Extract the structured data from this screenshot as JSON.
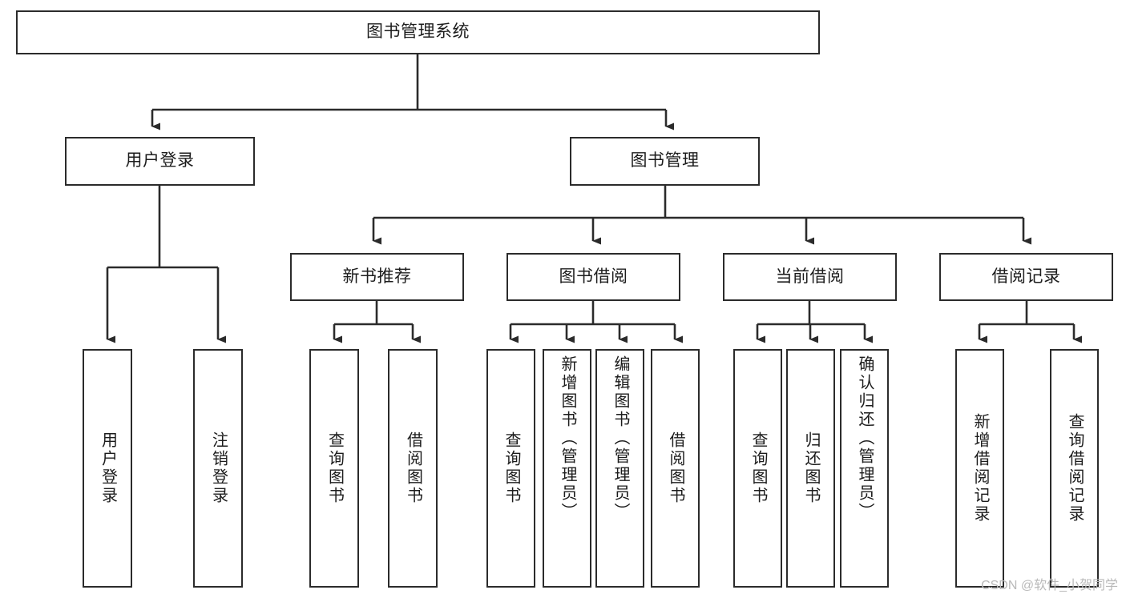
{
  "diagram": {
    "type": "tree",
    "title": "图书管理系统",
    "watermark": "CSDN @软件_小贺同学",
    "colors": {
      "stroke": "#2b2b2b",
      "fill": "#ffffff",
      "text": "#1c1c1c",
      "watermark": "#b9b9b9"
    },
    "nodes": [
      {
        "id": "root",
        "label": "图书管理系统",
        "level": 1,
        "orientation": "horizontal"
      },
      {
        "id": "login",
        "label": "用户登录",
        "level": 2,
        "orientation": "horizontal"
      },
      {
        "id": "bookmgmt",
        "label": "图书管理",
        "level": 2,
        "orientation": "horizontal"
      },
      {
        "id": "newbook",
        "label": "新书推荐",
        "level": 3,
        "orientation": "horizontal"
      },
      {
        "id": "borrow",
        "label": "图书借阅",
        "level": 3,
        "orientation": "horizontal"
      },
      {
        "id": "current",
        "label": "当前借阅",
        "level": 3,
        "orientation": "horizontal"
      },
      {
        "id": "records",
        "label": "借阅记录",
        "level": 3,
        "orientation": "horizontal"
      },
      {
        "id": "login-in",
        "label": "用户登录",
        "level": 4,
        "orientation": "vertical"
      },
      {
        "id": "login-out",
        "label": "注销登录",
        "level": 4,
        "orientation": "vertical"
      },
      {
        "id": "new-query",
        "label": "查询图书",
        "level": 4,
        "orientation": "vertical"
      },
      {
        "id": "new-borrow",
        "label": "借阅图书",
        "level": 4,
        "orientation": "vertical"
      },
      {
        "id": "bw-query",
        "label": "查询图书",
        "level": 4,
        "orientation": "vertical"
      },
      {
        "id": "bw-add",
        "label": "新增图书（管理员）",
        "level": 4,
        "orientation": "vertical"
      },
      {
        "id": "bw-edit",
        "label": "编辑图书（管理员）",
        "level": 4,
        "orientation": "vertical"
      },
      {
        "id": "bw-borrow",
        "label": "借阅图书",
        "level": 4,
        "orientation": "vertical"
      },
      {
        "id": "cur-query",
        "label": "查询图书",
        "level": 4,
        "orientation": "vertical"
      },
      {
        "id": "cur-return",
        "label": "归还图书",
        "level": 4,
        "orientation": "vertical"
      },
      {
        "id": "cur-confirm",
        "label": "确认归还（管理员）",
        "level": 4,
        "orientation": "vertical"
      },
      {
        "id": "rec-add",
        "label": "新增借阅记录",
        "level": 4,
        "orientation": "vertical"
      },
      {
        "id": "rec-query",
        "label": "查询借阅记录",
        "level": 4,
        "orientation": "vertical"
      }
    ],
    "edges": [
      {
        "from": "root",
        "to": "login"
      },
      {
        "from": "root",
        "to": "bookmgmt"
      },
      {
        "from": "login",
        "to": "login-in"
      },
      {
        "from": "login",
        "to": "login-out"
      },
      {
        "from": "bookmgmt",
        "to": "newbook"
      },
      {
        "from": "bookmgmt",
        "to": "borrow"
      },
      {
        "from": "bookmgmt",
        "to": "current"
      },
      {
        "from": "bookmgmt",
        "to": "records"
      },
      {
        "from": "newbook",
        "to": "new-query"
      },
      {
        "from": "newbook",
        "to": "new-borrow"
      },
      {
        "from": "borrow",
        "to": "bw-query"
      },
      {
        "from": "borrow",
        "to": "bw-add"
      },
      {
        "from": "borrow",
        "to": "bw-edit"
      },
      {
        "from": "borrow",
        "to": "bw-borrow"
      },
      {
        "from": "current",
        "to": "cur-query"
      },
      {
        "from": "current",
        "to": "cur-return"
      },
      {
        "from": "current",
        "to": "cur-confirm"
      },
      {
        "from": "records",
        "to": "rec-add"
      },
      {
        "from": "records",
        "to": "rec-query"
      }
    ]
  }
}
